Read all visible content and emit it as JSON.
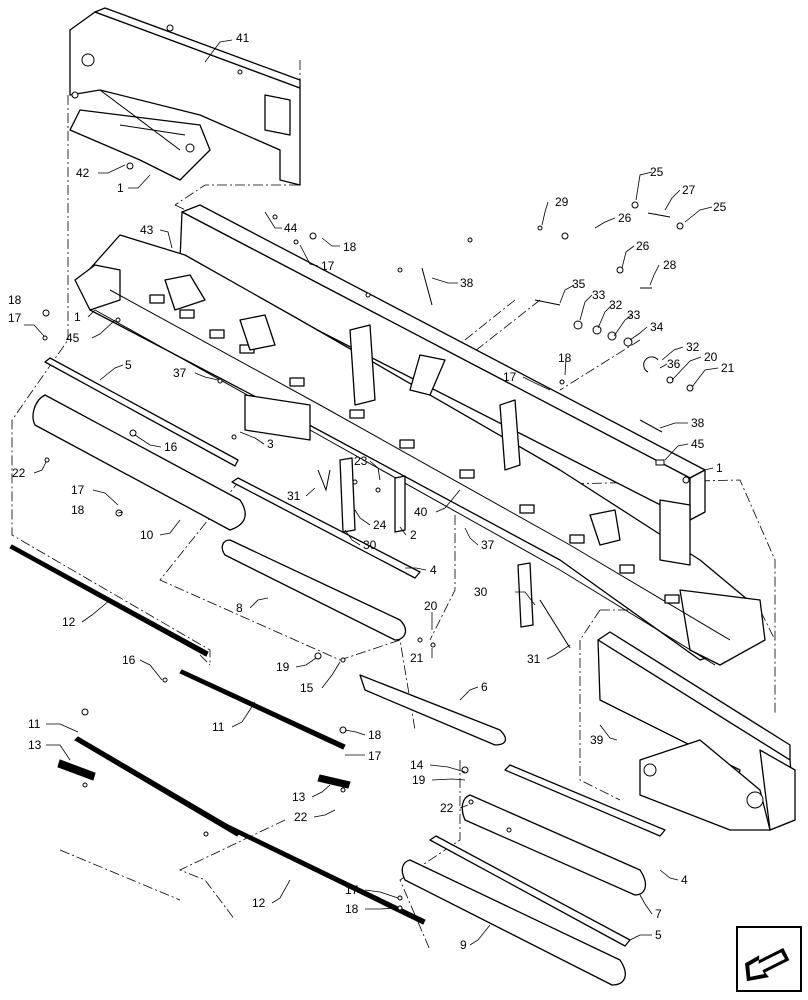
{
  "callouts": [
    {
      "id": "c41a",
      "text": "41"
    },
    {
      "id": "c42",
      "text": "42"
    },
    {
      "id": "c1a",
      "text": "1"
    },
    {
      "id": "c43",
      "text": "43"
    },
    {
      "id": "c44",
      "text": "44"
    },
    {
      "id": "c18a",
      "text": "18"
    },
    {
      "id": "c17a",
      "text": "17"
    },
    {
      "id": "c38a",
      "text": "38"
    },
    {
      "id": "c18b",
      "text": "18"
    },
    {
      "id": "c17b",
      "text": "17"
    },
    {
      "id": "c1b",
      "text": "1"
    },
    {
      "id": "c45a",
      "text": "45"
    },
    {
      "id": "c5a",
      "text": "5"
    },
    {
      "id": "c37a",
      "text": "37"
    },
    {
      "id": "c16a",
      "text": "16"
    },
    {
      "id": "c22a",
      "text": "22"
    },
    {
      "id": "c3",
      "text": "3"
    },
    {
      "id": "c17c",
      "text": "17"
    },
    {
      "id": "c18c",
      "text": "18"
    },
    {
      "id": "c10",
      "text": "10"
    },
    {
      "id": "c23",
      "text": "23"
    },
    {
      "id": "c31a",
      "text": "31"
    },
    {
      "id": "c24",
      "text": "24"
    },
    {
      "id": "c30a",
      "text": "30"
    },
    {
      "id": "c2",
      "text": "2"
    },
    {
      "id": "c40",
      "text": "40"
    },
    {
      "id": "c37b",
      "text": "37"
    },
    {
      "id": "c4a",
      "text": "4"
    },
    {
      "id": "c8",
      "text": "8"
    },
    {
      "id": "c12a",
      "text": "12"
    },
    {
      "id": "c20a",
      "text": "20"
    },
    {
      "id": "c21a",
      "text": "21"
    },
    {
      "id": "c19a",
      "text": "19"
    },
    {
      "id": "c15",
      "text": "15"
    },
    {
      "id": "c16b",
      "text": "16"
    },
    {
      "id": "c11a",
      "text": "11"
    },
    {
      "id": "c11b",
      "text": "11"
    },
    {
      "id": "c13a",
      "text": "13"
    },
    {
      "id": "c6",
      "text": "6"
    },
    {
      "id": "c18d",
      "text": "18"
    },
    {
      "id": "c17d",
      "text": "17"
    },
    {
      "id": "c14",
      "text": "14"
    },
    {
      "id": "c19b",
      "text": "19"
    },
    {
      "id": "c13b",
      "text": "13"
    },
    {
      "id": "c22b",
      "text": "22"
    },
    {
      "id": "c22c",
      "text": "22"
    },
    {
      "id": "c12b",
      "text": "12"
    },
    {
      "id": "c17e",
      "text": "17"
    },
    {
      "id": "c18e",
      "text": "18"
    },
    {
      "id": "c9",
      "text": "9"
    },
    {
      "id": "c7",
      "text": "7"
    },
    {
      "id": "c5b",
      "text": "5"
    },
    {
      "id": "c4b",
      "text": "4"
    },
    {
      "id": "c39",
      "text": "39"
    },
    {
      "id": "c30b",
      "text": "30"
    },
    {
      "id": "c31b",
      "text": "31"
    },
    {
      "id": "c1c",
      "text": "1"
    },
    {
      "id": "c45b",
      "text": "45"
    },
    {
      "id": "c38b",
      "text": "38"
    },
    {
      "id": "c17f",
      "text": "17"
    },
    {
      "id": "c18f",
      "text": "18"
    },
    {
      "id": "c21b",
      "text": "21"
    },
    {
      "id": "c20b",
      "text": "20"
    },
    {
      "id": "c32a",
      "text": "32"
    },
    {
      "id": "c36",
      "text": "36"
    },
    {
      "id": "c34",
      "text": "34"
    },
    {
      "id": "c33a",
      "text": "33"
    },
    {
      "id": "c32b",
      "text": "32"
    },
    {
      "id": "c33b",
      "text": "33"
    },
    {
      "id": "c35",
      "text": "35"
    },
    {
      "id": "c28",
      "text": "28"
    },
    {
      "id": "c26a",
      "text": "26"
    },
    {
      "id": "c26b",
      "text": "26"
    },
    {
      "id": "c29",
      "text": "29"
    },
    {
      "id": "c25a",
      "text": "25"
    },
    {
      "id": "c27",
      "text": "27"
    },
    {
      "id": "c25b",
      "text": "25"
    }
  ],
  "nav_button_icon": "arrow-icon"
}
